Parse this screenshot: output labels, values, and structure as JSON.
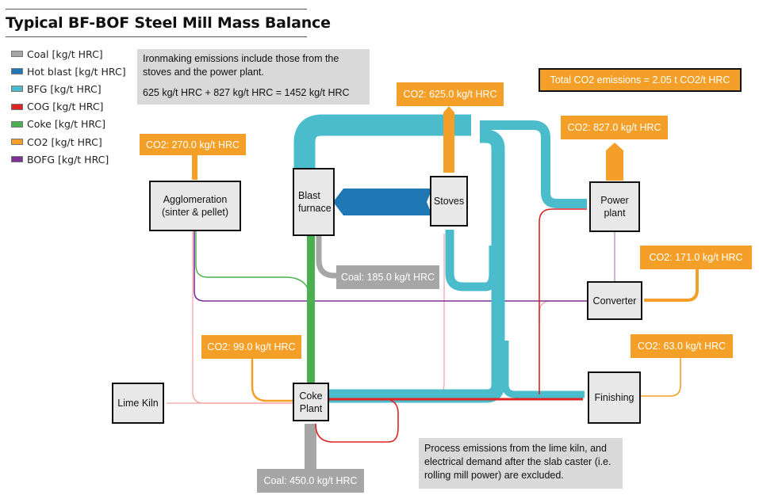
{
  "title": "Typical BF-BOF Steel Mill Mass Balance",
  "legend": [
    {
      "label": "Coal [kg/t HRC]",
      "color": "#a6a6a6"
    },
    {
      "label": "Hot blast [kg/t HRC]",
      "color": "#1f77b4"
    },
    {
      "label": "BFG [kg/t HRC]",
      "color": "#4bbccc"
    },
    {
      "label": "COG [kg/t HRC]",
      "color": "#e02424"
    },
    {
      "label": "Coke [kg/t HRC]",
      "color": "#4caf50"
    },
    {
      "label": "CO2 [kg/t HRC]",
      "color": "#f4a028"
    },
    {
      "label": "BOFG [kg/t HRC]",
      "color": "#7b3294"
    }
  ],
  "notes": {
    "ironmaking_line1": "Ironmaking emissions include those from the stoves and the power plant.",
    "ironmaking_line2": "625 kg/t HRC + 827 kg/t HRC = 1452 kg/t HRC",
    "exclusions": "Process emissions from the lime kiln, and electrical demand after the slab caster (i.e. rolling mill power) are excluded."
  },
  "total": "Total CO2 emissions = 2.05 t CO2/t HRC",
  "nodes": {
    "agglomeration": "Agglomeration (sinter & pellet)",
    "blast_furnace": "Blast furnace",
    "stoves": "Stoves",
    "power_plant": "Power plant",
    "converter": "Converter",
    "finishing": "Finishing",
    "coke_plant": "Coke Plant",
    "lime_kiln": "Lime Kiln"
  },
  "labels": {
    "co2_agglomeration": "CO2: 270.0 kg/t HRC",
    "co2_stoves": "CO2: 625.0 kg/t HRC",
    "co2_power_plant": "CO2: 827.0 kg/t HRC",
    "co2_converter": "CO2: 171.0 kg/t HRC",
    "co2_finishing": "CO2: 63.0 kg/t HRC",
    "co2_coke_plant": "CO2: 99.0 kg/t HRC",
    "coal_blast_furnace": "Coal: 185.0 kg/t HRC",
    "coal_coke_plant": "Coal: 450.0 kg/t HRC"
  },
  "flows": [
    {
      "from": "Agglomeration",
      "to": "CO2",
      "type": "CO2",
      "value": 270.0
    },
    {
      "from": "Stoves",
      "to": "CO2",
      "type": "CO2",
      "value": 625.0
    },
    {
      "from": "Power plant",
      "to": "CO2",
      "type": "CO2",
      "value": 827.0
    },
    {
      "from": "Converter",
      "to": "CO2",
      "type": "CO2",
      "value": 171.0
    },
    {
      "from": "Finishing",
      "to": "CO2",
      "type": "CO2",
      "value": 63.0
    },
    {
      "from": "Coke Plant",
      "to": "CO2",
      "type": "CO2",
      "value": 99.0
    },
    {
      "from": "Coal",
      "to": "Blast furnace",
      "type": "Coal",
      "value": 185.0
    },
    {
      "from": "Coal",
      "to": "Coke Plant",
      "type": "Coal",
      "value": 450.0
    },
    {
      "from": "Stoves",
      "to": "Blast furnace",
      "type": "Hot blast"
    },
    {
      "from": "Blast furnace",
      "to": "Stoves / Power plant / Finishing / Coke Plant",
      "type": "BFG"
    },
    {
      "from": "Coke Plant",
      "to": "Blast furnace",
      "type": "Coke"
    },
    {
      "from": "Coke Plant",
      "to": "Lime Kiln / Power plant / Finishing / Agglomeration / Stoves",
      "type": "COG"
    },
    {
      "from": "Converter",
      "to": "Power plant / Agglomeration",
      "type": "BOFG"
    }
  ]
}
